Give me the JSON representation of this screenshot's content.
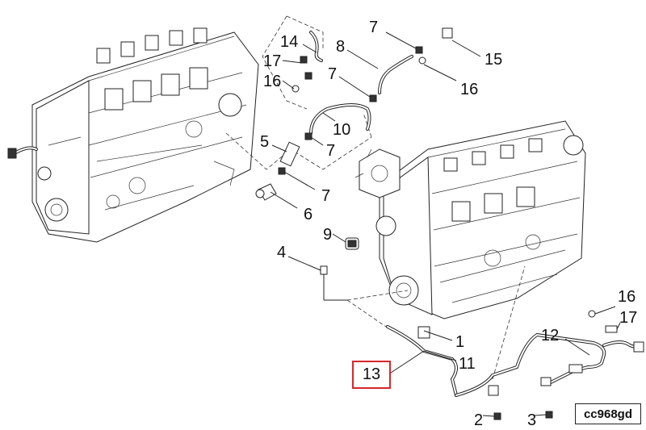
{
  "callouts": {
    "c1": "1",
    "c2": "2",
    "c3": "3",
    "c4": "4",
    "c5": "5",
    "c6": "6",
    "c7a": "7",
    "c7b": "7",
    "c7c": "7",
    "c7d": "7",
    "c8": "8",
    "c9": "9",
    "c10": "10",
    "c11": "11",
    "c12": "12",
    "c13": "13",
    "c14": "14",
    "c15": "15",
    "c16a": "16",
    "c16b": "16",
    "c16c": "16",
    "c17a": "17",
    "c17b": "17"
  },
  "figure_code": "cc968gd",
  "colors": {
    "highlight": "#d7262b",
    "line": "#222222"
  }
}
